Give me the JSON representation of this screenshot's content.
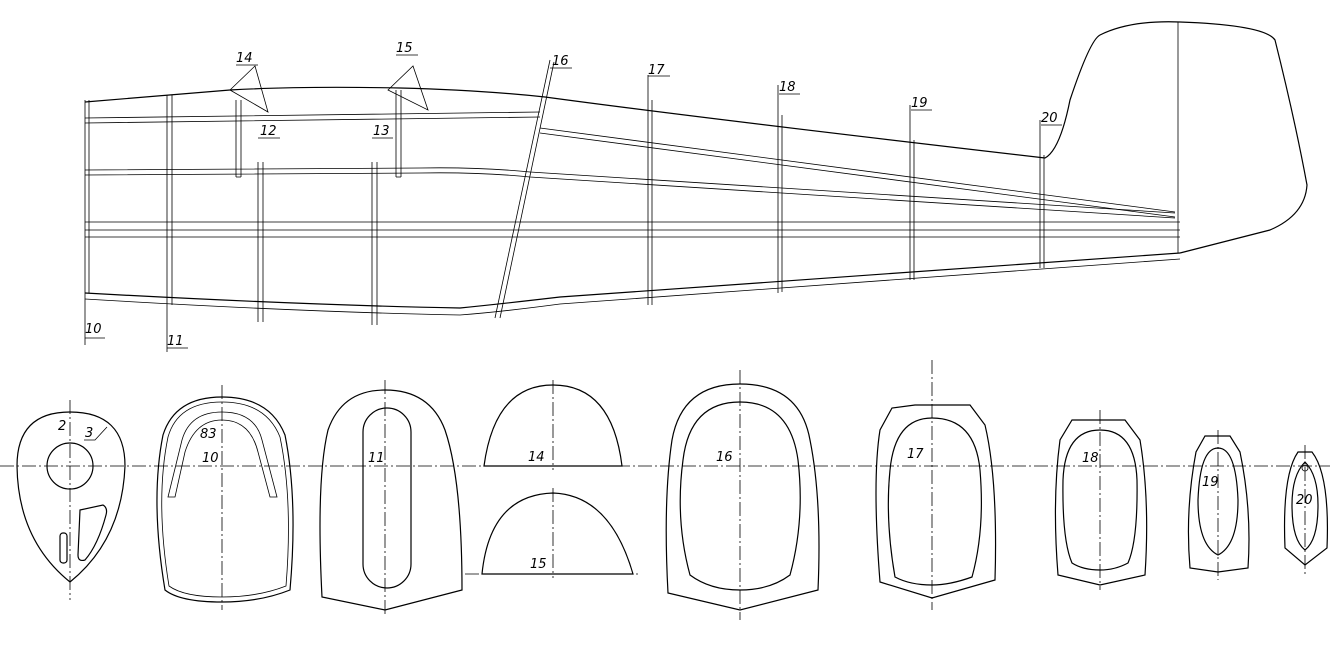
{
  "side_view": {
    "stations": [
      "10",
      "11",
      "12",
      "13",
      "14",
      "15",
      "16",
      "17",
      "18",
      "19",
      "20"
    ]
  },
  "sections": {
    "former_2": {
      "label": "2",
      "part": "3"
    },
    "former_10": {
      "label": "10",
      "part": "83"
    },
    "former_11": {
      "label": "11"
    },
    "former_14": {
      "label": "14"
    },
    "former_15": {
      "label": "15"
    },
    "former_16": {
      "label": "16"
    },
    "former_17": {
      "label": "17"
    },
    "former_18": {
      "label": "18"
    },
    "former_19": {
      "label": "19"
    },
    "former_20": {
      "label": "20"
    }
  }
}
